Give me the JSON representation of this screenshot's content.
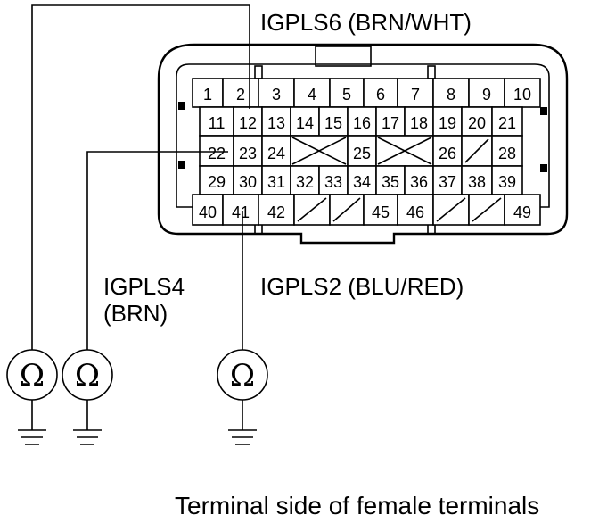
{
  "labels": {
    "igpls6": "IGPLS6 (BRN/WHT)",
    "igpls4_line1": "IGPLS4",
    "igpls4_line2": "(BRN)",
    "igpls2": "IGPLS2 (BLU/RED)",
    "caption": "Terminal side of female terminals"
  },
  "ohm_symbol": "Ω",
  "connector": {
    "rows": [
      [
        "1",
        "2",
        "3",
        "4",
        "5",
        "6",
        "7",
        "8",
        "9",
        "10"
      ],
      [
        "11",
        "12",
        "13",
        "14",
        "15",
        "16",
        "17",
        "18",
        "19",
        "20",
        "21"
      ],
      [
        "22",
        "23",
        "24",
        "",
        "25",
        "",
        "26",
        "",
        "28"
      ],
      [
        "29",
        "30",
        "31",
        "32",
        "33",
        "34",
        "35",
        "36",
        "37",
        "38",
        "39"
      ],
      [
        "40",
        "41",
        "42",
        "",
        "",
        "45",
        "46",
        "",
        "",
        "49"
      ]
    ]
  },
  "meters": [
    {
      "name": "ohmmeter-igpls6",
      "terminal": "12"
    },
    {
      "name": "ohmmeter-igpls4",
      "terminal": "22"
    },
    {
      "name": "ohmmeter-igpls2",
      "terminal": "41"
    }
  ]
}
